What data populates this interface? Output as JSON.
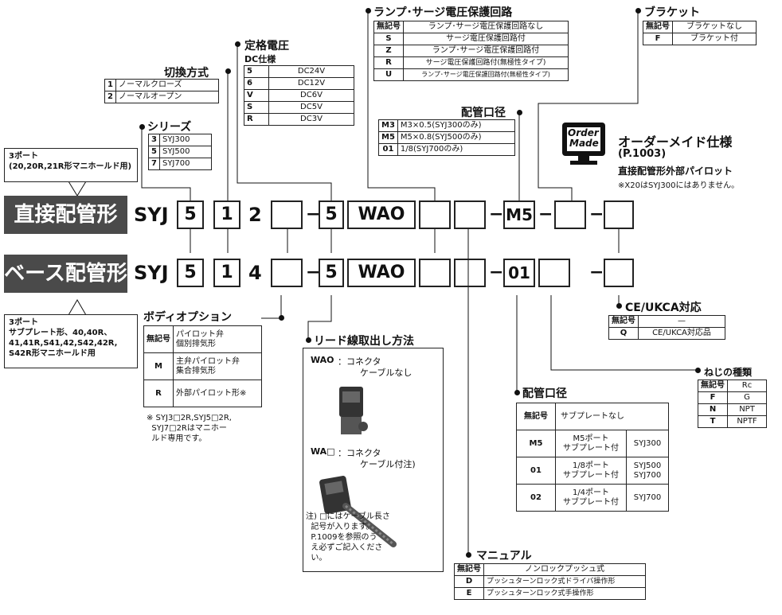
{
  "rows": {
    "direct": {
      "label": "直接配管形",
      "prefix": "SYJ",
      "series": "5",
      "switch": "1",
      "type": "2",
      "voltage": "5",
      "lead": "WAO",
      "port": "M5"
    },
    "base": {
      "label": "ベース配管形",
      "prefix": "SYJ",
      "series": "5",
      "switch": "1",
      "type": "4",
      "voltage": "5",
      "lead": "WAO",
      "port": "01"
    },
    "dash": "−"
  },
  "callout_direct": {
    "line1": "3ポート",
    "line2": "(20,20R,21R形マニホールド用)"
  },
  "callout_base": {
    "line1": "3ポート",
    "line2": "サブプレート形、40,40R、",
    "line3": "41,41R,S41,42,S42,42R,",
    "line4": "S42R形マニホールド用"
  },
  "switching": {
    "title": "切換方式",
    "rows": [
      [
        "1",
        "ノーマルクローズ"
      ],
      [
        "2",
        "ノーマルオープン"
      ]
    ]
  },
  "series": {
    "title": "シリーズ",
    "rows": [
      [
        "3",
        "SYJ300"
      ],
      [
        "5",
        "SYJ500"
      ],
      [
        "7",
        "SYJ700"
      ]
    ]
  },
  "voltage": {
    "title": "定格電圧",
    "subtitle": "DC仕様",
    "rows": [
      [
        "5",
        "DC24V"
      ],
      [
        "6",
        "DC12V"
      ],
      [
        "V",
        "DC6V"
      ],
      [
        "S",
        "DC5V"
      ],
      [
        "R",
        "DC3V"
      ]
    ]
  },
  "surge": {
    "title": "ランプ･サージ電圧保護回路",
    "rows": [
      [
        "無記号",
        "ランプ･サージ電圧保護回路なし"
      ],
      [
        "S",
        "サージ電圧保護回路付"
      ],
      [
        "Z",
        "ランプ･サージ電圧保護回路付"
      ],
      [
        "R",
        "サージ電圧保護回路付(無極性タイプ)"
      ],
      [
        "U",
        "ランプ･サージ電圧保護回路付(無極性タイプ)"
      ]
    ]
  },
  "port_direct": {
    "title": "配管口径",
    "rows": [
      [
        "M3",
        "M3×0.5(SYJ300のみ)"
      ],
      [
        "M5",
        "M5×0.8(SYJ500のみ)"
      ],
      [
        "01",
        "1/8(SYJ700のみ)"
      ]
    ]
  },
  "bracket": {
    "title": "ブラケット",
    "rows": [
      [
        "無記号",
        "ブラケットなし"
      ],
      [
        "F",
        "ブラケット付"
      ]
    ]
  },
  "order_made": {
    "icon_top": "Order",
    "icon_bottom": "Made",
    "title": "オーダーメイド仕様",
    "page": "(P.1003)",
    "spec": "直接配管形外部パイロット",
    "note": "※X20はSYJ300にはありません。"
  },
  "body_option": {
    "title": "ボディオプション",
    "rows": [
      [
        "無記号",
        "パイロット弁\n個別排気形"
      ],
      [
        "M",
        "主弁パイロット弁\n集合排気形"
      ],
      [
        "R",
        "外部パイロット形※"
      ]
    ],
    "note": "※ SYJ3□2R,SYJ5□2R,\n  SYJ7□2Rはマニホー\n  ルド専用です。"
  },
  "lead": {
    "title": "リード線取出し方法",
    "wao_code": "WAO",
    "wao_text1": "：コネクタ",
    "wao_text2": "ケーブルなし",
    "wa_code": "WA□",
    "wa_text1": "：コネクタ",
    "wa_text2": "ケーブル付注)",
    "note": "注) □にはケーブル長さ\n  記号が入ります。\n  P.1009を参照のう\n  え必ずご記入くださ\n  い。"
  },
  "port_base": {
    "title": "配管口径",
    "header": [
      "無記号",
      "サブプレートなし"
    ],
    "rows": [
      [
        "M5",
        "M5ポート\nサブプレート付",
        "SYJ300"
      ],
      [
        "01",
        "1/8ポート\nサブプレート付",
        "SYJ500\nSYJ700"
      ],
      [
        "02",
        "1/4ポート\nサブプレート付",
        "SYJ700"
      ]
    ]
  },
  "manual": {
    "title": "マニュアル",
    "rows": [
      [
        "無記号",
        "ノンロックプッシュ式"
      ],
      [
        "D",
        "プッシュターンロック式ドライバ操作形"
      ],
      [
        "E",
        "プッシュターンロック式手操作形"
      ]
    ]
  },
  "ce": {
    "title": "CE/UKCA対応",
    "rows": [
      [
        "無記号",
        "—"
      ],
      [
        "Q",
        "CE/UKCA対応品"
      ]
    ]
  },
  "thread": {
    "title": "ねじの種類",
    "rows": [
      [
        "無記号",
        "Rc"
      ],
      [
        "F",
        "G"
      ],
      [
        "N",
        "NPT"
      ],
      [
        "T",
        "NPTF"
      ]
    ]
  }
}
